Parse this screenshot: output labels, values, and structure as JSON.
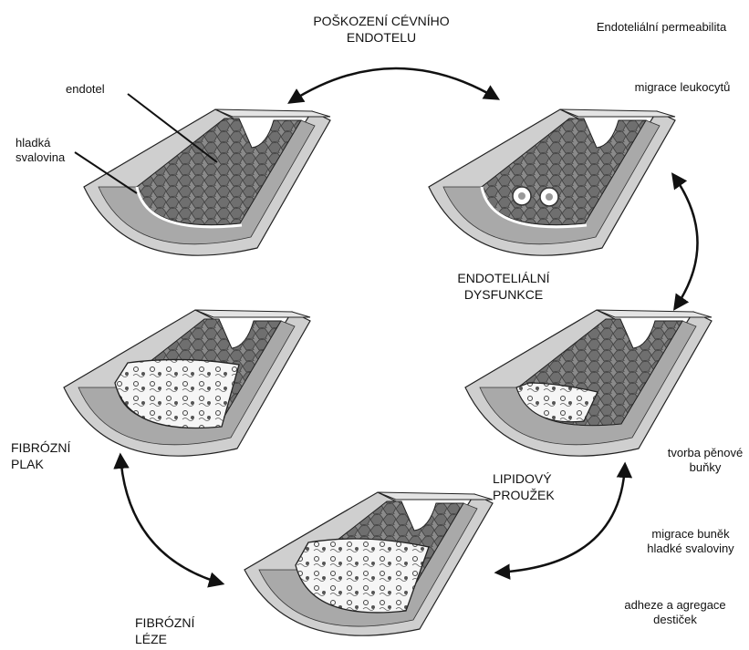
{
  "labels": {
    "injury": "POŠKOZENÍ CÉVNÍHO\nENDOTELU",
    "permeability": "Endoteliální permeabilita",
    "leukocyte_migration": "migrace leukocytů",
    "endothelium": "endotel",
    "smooth_muscle": "hladká\nsvalovina",
    "dysfunction": "ENDOTELIÁLNÍ\nDYSFUNKCE",
    "fibrous_plaque": "FIBRÓZNÍ\nPLAK",
    "foam_cell": "tvorba pěnové\nbuňky",
    "fatty_streak": "LIPIDOVÝ\nPROUŽEK",
    "smc_migration": "migrace buněk\nhladké svaloviny",
    "platelet": "adheze a agregace\ndestiček",
    "fibrous_lesion": "FIBRÓZNÍ\nLÉZE"
  },
  "colors": {
    "ink": "#111111",
    "outer_wall": "#cfcfcf",
    "media": "#a9a9a9",
    "intima": "#eeeeee",
    "endothelium": "#8c8c8c",
    "lesion": "#f4f4f4"
  }
}
